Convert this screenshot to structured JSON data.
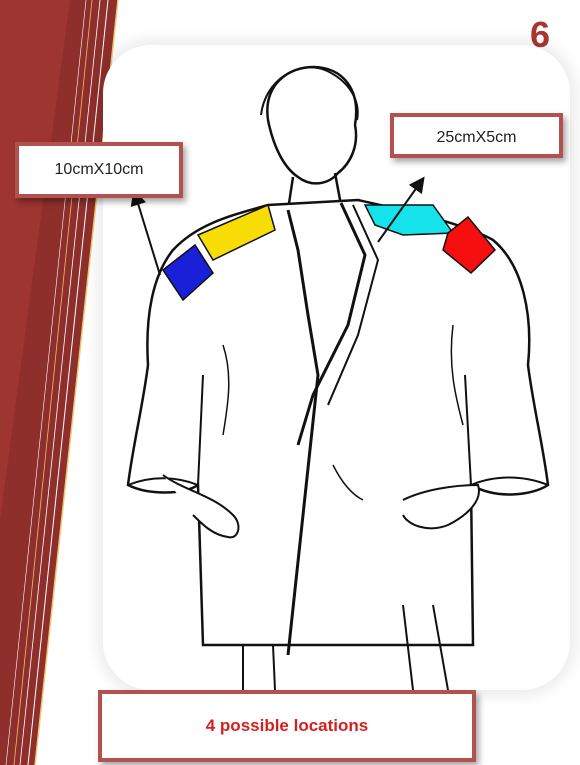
{
  "page": {
    "number": "6"
  },
  "labels": {
    "left_size": "10cmX10cm",
    "right_size": "25cmX5cm"
  },
  "footer": {
    "text": "4 possible locations"
  },
  "patch_colors": {
    "left_shoulder_strip": "#f7dc05",
    "left_shoulder_square": "#1a1fd8",
    "right_shoulder_strip": "#14e3ec",
    "right_shoulder_square": "#f50f0f"
  },
  "theme": {
    "accent": "#a93532",
    "footer_text": "#d42020"
  }
}
